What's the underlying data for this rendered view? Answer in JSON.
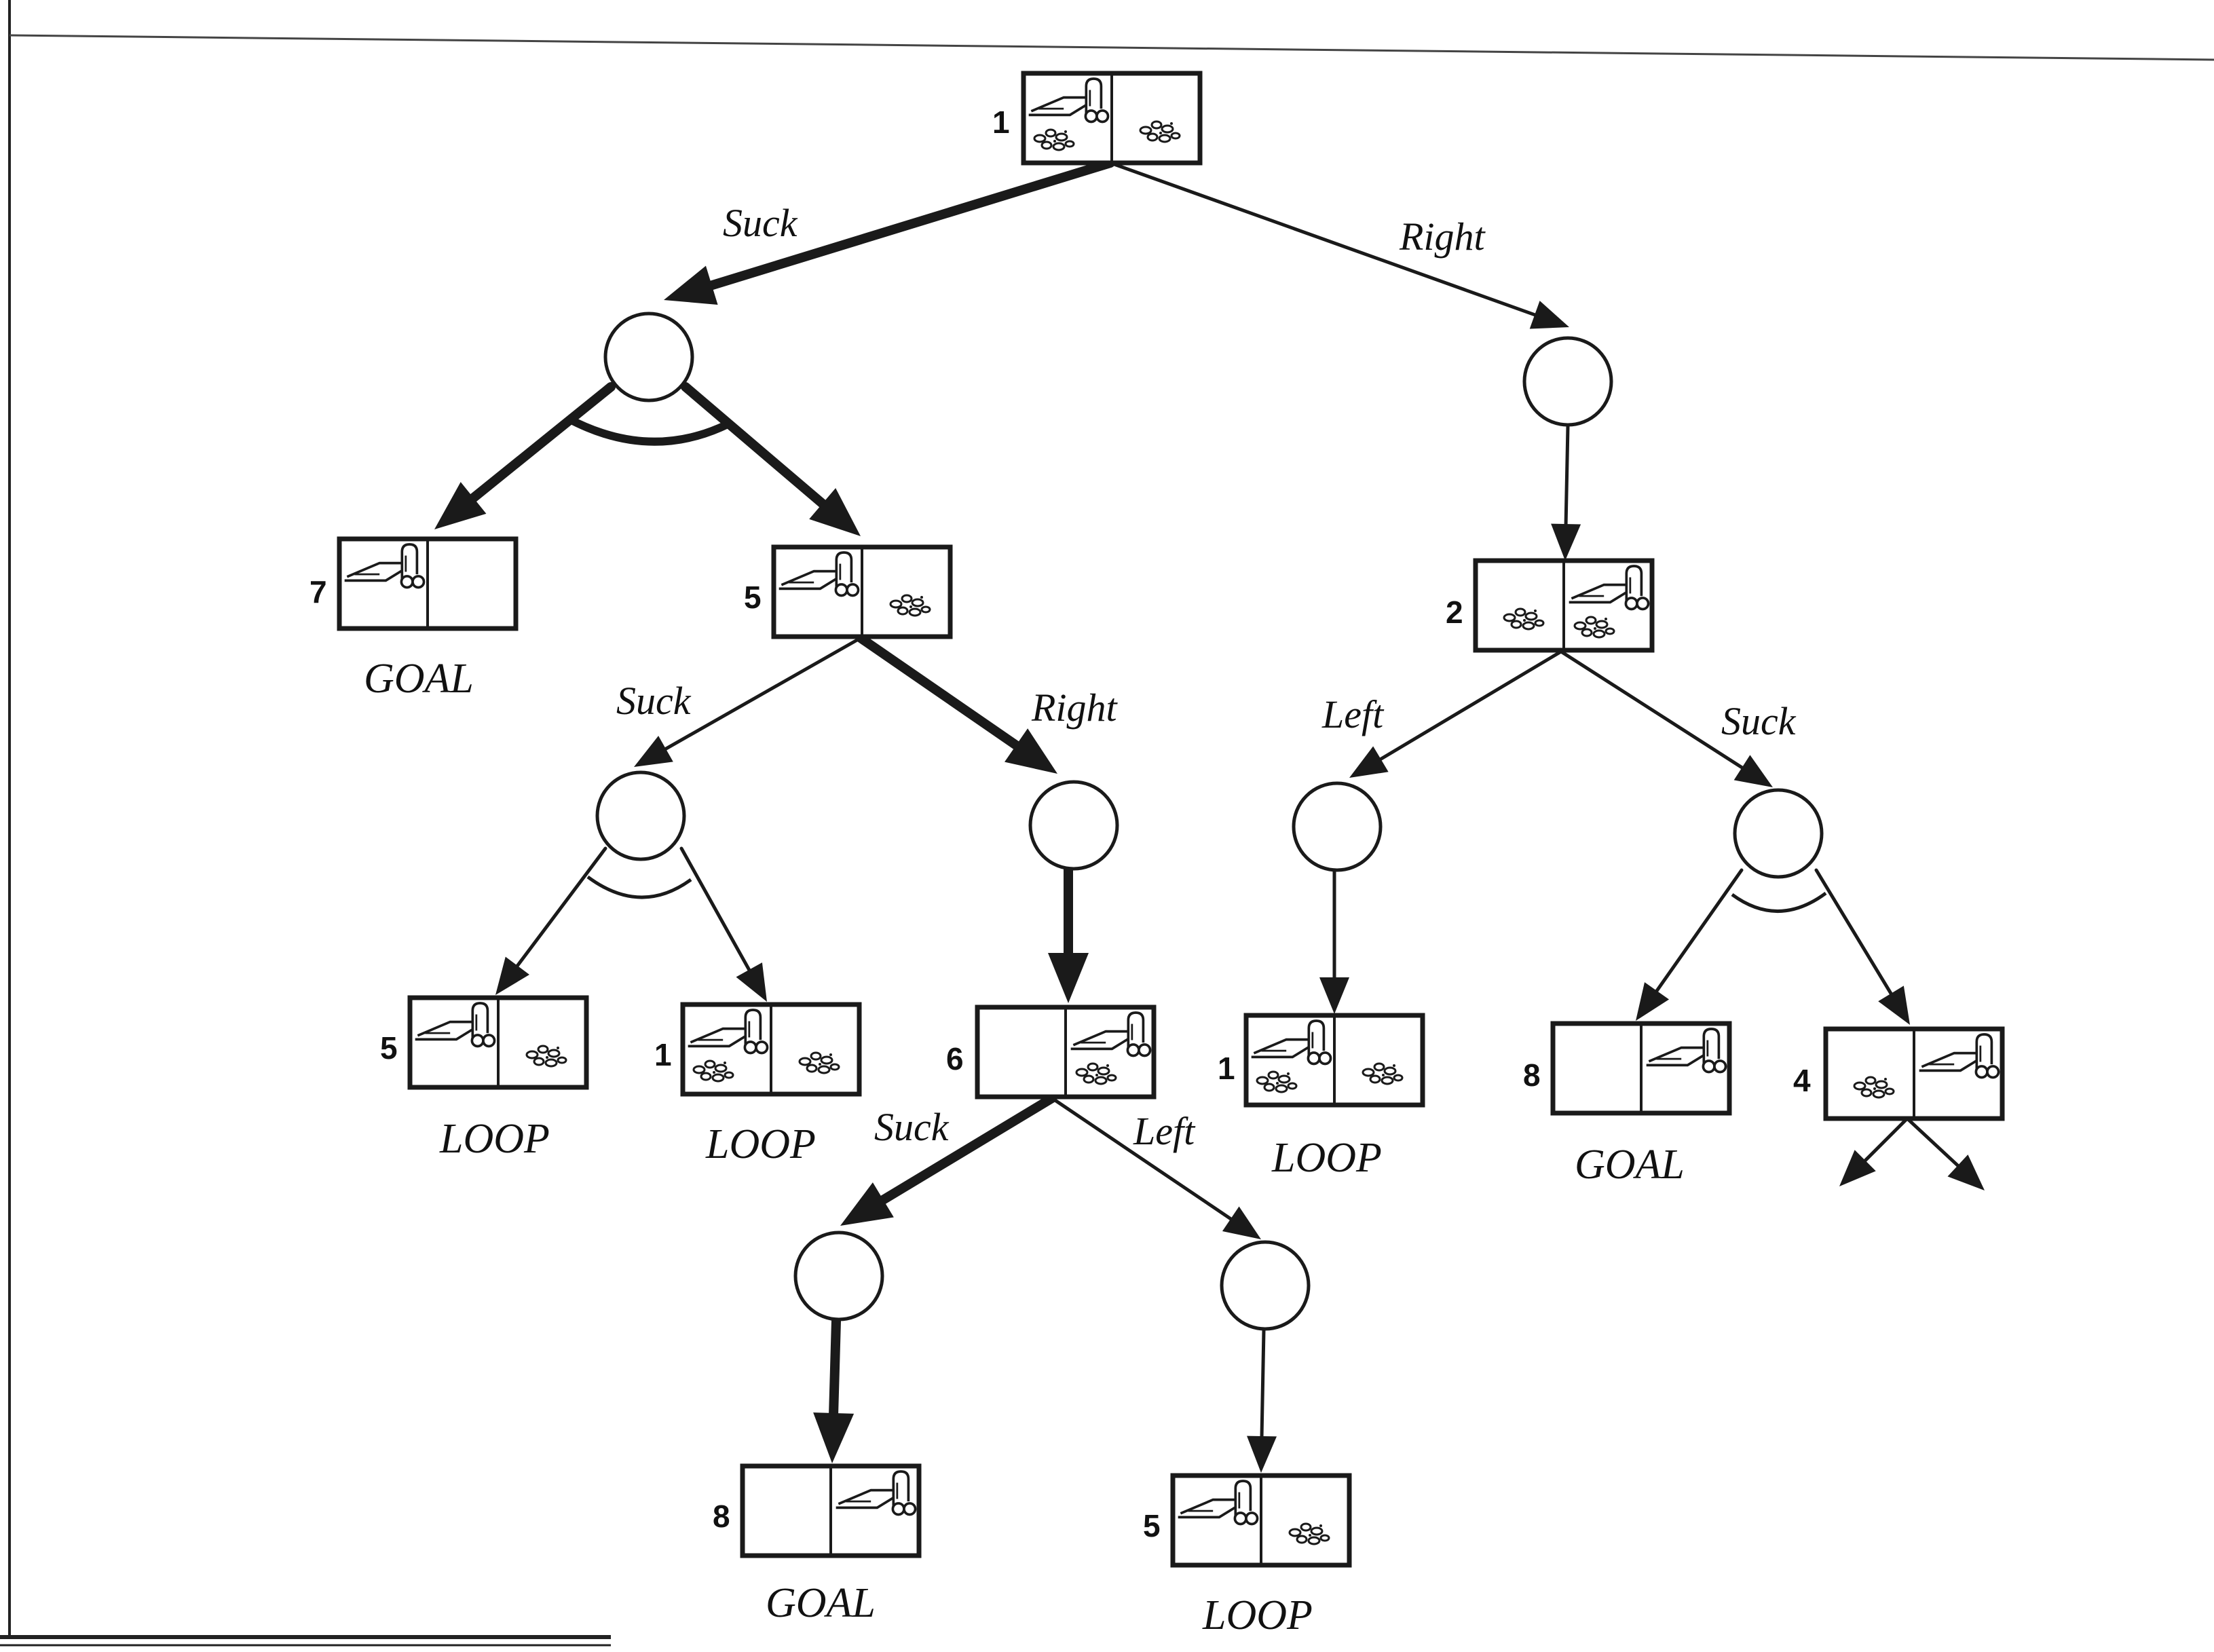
{
  "state_nodes": {
    "root": {
      "number": "1",
      "left": {
        "vacuum": true,
        "dirt": true
      },
      "right": {
        "vacuum": false,
        "dirt": true
      }
    },
    "n7": {
      "number": "7",
      "left": {
        "vacuum": true,
        "dirt": false
      },
      "right": {
        "vacuum": false,
        "dirt": false
      },
      "label": "GOAL"
    },
    "n5a": {
      "number": "5",
      "left": {
        "vacuum": true,
        "dirt": false
      },
      "right": {
        "vacuum": false,
        "dirt": true
      }
    },
    "n5b": {
      "number": "5",
      "left": {
        "vacuum": true,
        "dirt": false
      },
      "right": {
        "vacuum": false,
        "dirt": true
      },
      "label": "LOOP"
    },
    "n1a": {
      "number": "1",
      "left": {
        "vacuum": true,
        "dirt": true
      },
      "right": {
        "vacuum": false,
        "dirt": true
      },
      "label": "LOOP"
    },
    "n6": {
      "number": "6",
      "left": {
        "vacuum": false,
        "dirt": false
      },
      "right": {
        "vacuum": true,
        "dirt": true
      }
    },
    "n8a": {
      "number": "8",
      "left": {
        "vacuum": false,
        "dirt": false
      },
      "right": {
        "vacuum": true,
        "dirt": false
      },
      "label": "GOAL"
    },
    "n5c": {
      "number": "5",
      "left": {
        "vacuum": true,
        "dirt": false
      },
      "right": {
        "vacuum": false,
        "dirt": true
      },
      "label": "LOOP"
    },
    "n2": {
      "number": "2",
      "left": {
        "vacuum": false,
        "dirt": true
      },
      "right": {
        "vacuum": true,
        "dirt": true
      }
    },
    "n1b": {
      "number": "1",
      "left": {
        "vacuum": true,
        "dirt": true
      },
      "right": {
        "vacuum": false,
        "dirt": true
      },
      "label": "LOOP"
    },
    "n8b": {
      "number": "8",
      "left": {
        "vacuum": false,
        "dirt": false
      },
      "right": {
        "vacuum": true,
        "dirt": false
      },
      "label": "GOAL"
    },
    "n4": {
      "number": "4",
      "left": {
        "vacuum": false,
        "dirt": true
      },
      "right": {
        "vacuum": true,
        "dirt": false
      }
    }
  },
  "actions": {
    "root_suck": "Suck",
    "root_right": "Right",
    "n5a_suck": "Suck",
    "n5a_right": "Right",
    "n2_left": "Left",
    "n2_suck": "Suck",
    "n6_suck": "Suck",
    "n6_left": "Left"
  },
  "colors": {
    "ink": "#1a1a1a",
    "background": "#ffffff"
  }
}
